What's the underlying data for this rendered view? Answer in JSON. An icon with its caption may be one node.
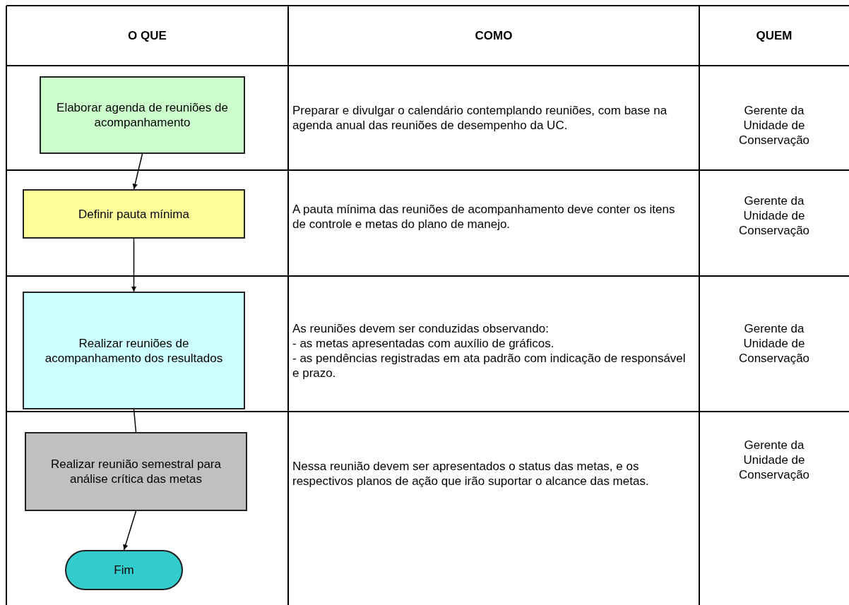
{
  "diagram": {
    "nodes": [
      {
        "text": [
          "Elaborar agenda de reuniões de acompanhamento"
        ]
      },
      {
        "text": [
          "Definir pauta mínima"
        ]
      },
      {
        "text": [
          "Realizar reuniões de acompanhamento dos resultados"
        ]
      },
      {
        "text": [
          "Realizar reunião semestral para análise crítica das metas"
        ]
      },
      {
        "text": [
          "Fim"
        ]
      }
    ],
    "edges": [
      {
        "from": 0,
        "to": 1,
        "arrow": "to"
      },
      {
        "from": 1,
        "to": 2,
        "arrow": "to"
      },
      {
        "from": 2,
        "to": 3,
        "arrow": "none"
      },
      {
        "from": 3,
        "to": 4,
        "arrow": "to"
      }
    ],
    "labels": [
      "O QUE",
      "COMO",
      "QUEM",
      "Preparar e divulgar o calendário contemplando reuniões, com base na agenda anual das reuniões de desempenho da UC.",
      "Gerente da Unidade de Conservação",
      "A pauta mínima das reuniões de acompanhamento deve conter os itens de controle e metas do plano de manejo.",
      "Gerente da Unidade de Conservação",
      "As reuniões devem ser conduzidas observando:",
      "- as metas apresentadas com auxílio de gráficos.",
      "- as pendências registradas em ata padrão com indicação de responsável e prazo.",
      "Gerente da Unidade de Conservação",
      "Nessa reunião devem ser apresentados o status das metas, e os respectivos planos de ação que irão suportar o alcance das metas.",
      "Gerente da Unidade de Conservação"
    ]
  }
}
